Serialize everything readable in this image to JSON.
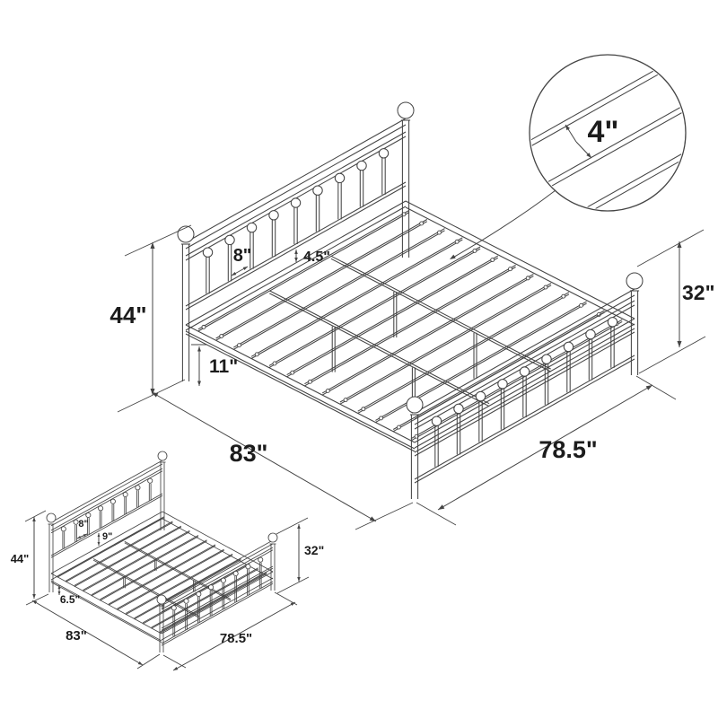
{
  "diagram": {
    "callout": {
      "slat_spacing": "4\""
    },
    "big_view": {
      "headboard_height": "44\"",
      "clearance": "11\"",
      "spindle_spacing": "8\"",
      "rail_gap": "4.5\"",
      "length": "83\"",
      "width": "78.5\"",
      "footboard_height": "32\""
    },
    "small_view": {
      "headboard_height": "44\"",
      "spindle_spacing": "8\"",
      "deck_gap": "9\"",
      "clearance": "6.5\"",
      "length": "83\"",
      "width": "78.5\"",
      "footboard_height": "32\""
    },
    "colors": {
      "line": "#444444",
      "text": "#1c1c1c",
      "background": "#ffffff"
    }
  }
}
